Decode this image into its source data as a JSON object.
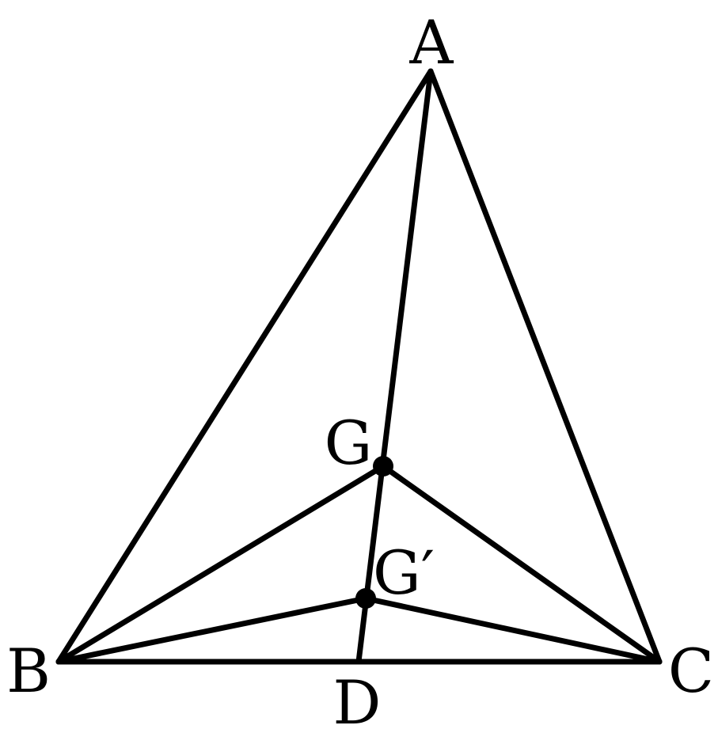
{
  "diagram": {
    "labels": {
      "A": "A",
      "B": "B",
      "C": "C",
      "D": "D",
      "G": "G",
      "G_prime": "G′"
    },
    "colors": {
      "stroke": "#000000",
      "background": "#ffffff"
    }
  }
}
